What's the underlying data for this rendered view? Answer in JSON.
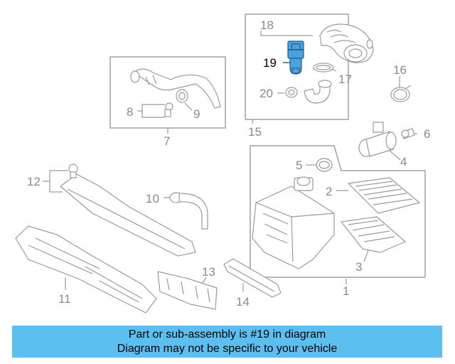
{
  "callouts": {
    "c1": "1",
    "c2": "2",
    "c3": "3",
    "c4": "4",
    "c5": "5",
    "c6": "6",
    "c7": "7",
    "c8": "8",
    "c9": "9",
    "c10": "10",
    "c11": "11",
    "c12": "12",
    "c13": "13",
    "c14": "14",
    "c15": "15",
    "c16": "16",
    "c17": "17",
    "c18": "18",
    "c19": "19",
    "c20": "20"
  },
  "highlight_part": "19",
  "colors": {
    "highlight_fill": "#4aa3df",
    "banner_background": "#5bc0f0",
    "line_gray": "#9a9a9a"
  },
  "banner": {
    "line1": "Part or sub-assembly is #19 in diagram",
    "line2": "Diagram may not be specific to your vehicle"
  }
}
